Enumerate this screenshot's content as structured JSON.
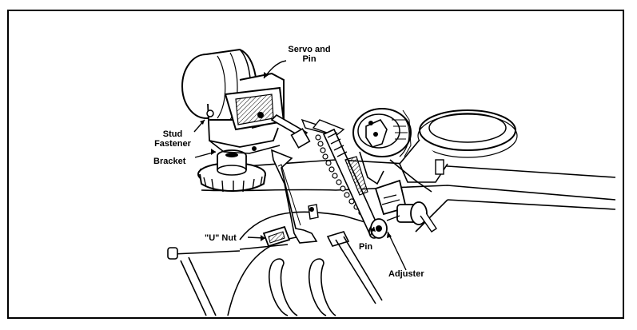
{
  "labels": {
    "servo_and_pin_line1": "Servo and",
    "servo_and_pin_line2": "Pin",
    "stud_line1": "Stud",
    "stud_line2": "Fastener",
    "bracket": "Bracket",
    "u_nut": "\"U\" Nut",
    "pin": "Pin",
    "adjuster": "Adjuster"
  },
  "colors": {
    "ink": "#000000",
    "paper": "#ffffff",
    "shade": "#8a8a8a"
  }
}
